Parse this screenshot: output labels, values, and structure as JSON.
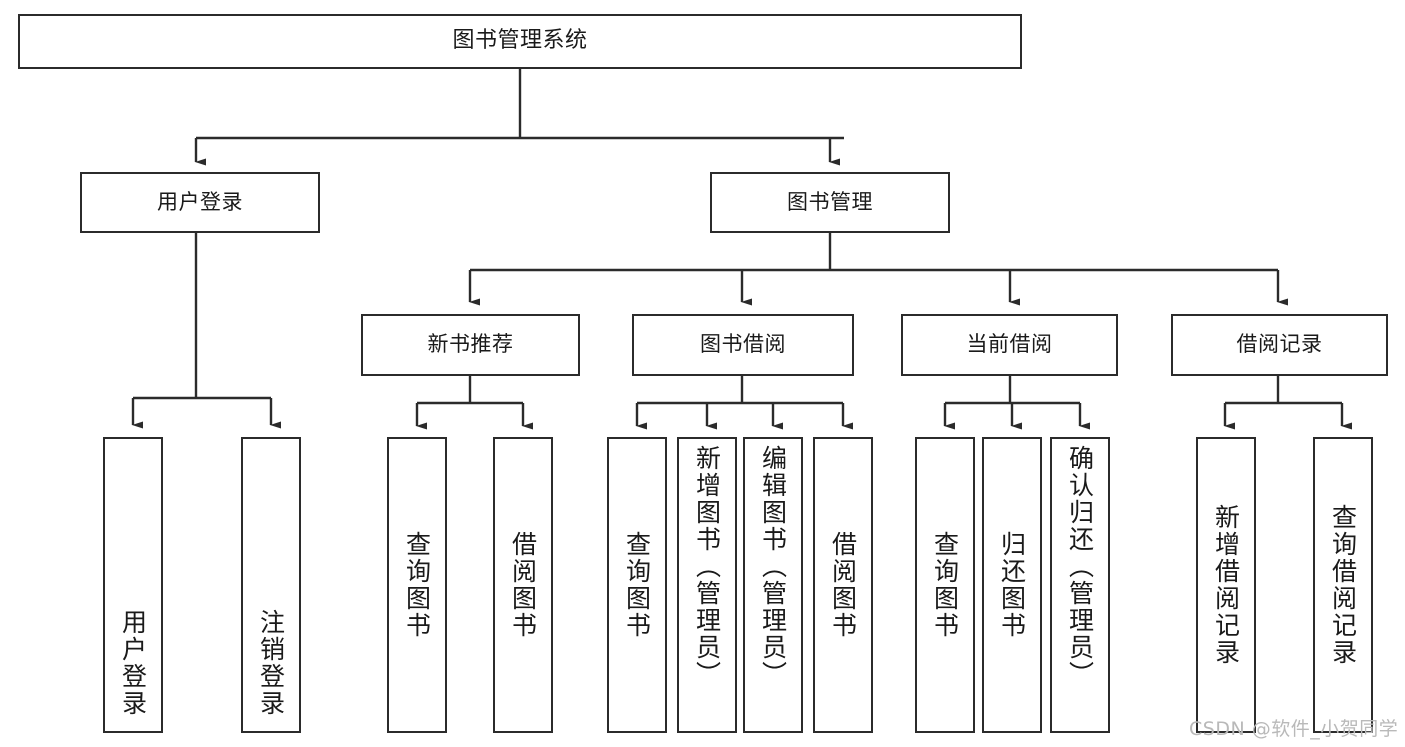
{
  "diagram": {
    "type": "tree-hierarchy",
    "title": "图书管理系统",
    "stroke_color": "#2b2b2b",
    "background_color": "#ffffff",
    "text_color": "#1a1a1a"
  },
  "nodes": {
    "root": {
      "label": "图书管理系统"
    },
    "level2": [
      {
        "id": "user-login",
        "label": "用户登录"
      },
      {
        "id": "book-manage",
        "label": "图书管理"
      }
    ],
    "level3": [
      {
        "id": "new-book-recommend",
        "label": "新书推荐"
      },
      {
        "id": "book-borrow",
        "label": "图书借阅"
      },
      {
        "id": "current-borrow",
        "label": "当前借阅"
      },
      {
        "id": "borrow-record",
        "label": "借阅记录"
      }
    ],
    "leaves": {
      "user_login": [
        {
          "id": "leaf-user-login",
          "label": "用户登录"
        },
        {
          "id": "leaf-logout-login",
          "label": "注销登录"
        }
      ],
      "new_book_recommend": [
        {
          "id": "leaf-query-book-1",
          "label": "查询图书"
        },
        {
          "id": "leaf-borrow-book-1",
          "label": "借阅图书"
        }
      ],
      "book_borrow": [
        {
          "id": "leaf-query-book-2",
          "label": "查询图书"
        },
        {
          "id": "leaf-add-book",
          "label": "新增图书（管理员）"
        },
        {
          "id": "leaf-edit-book",
          "label": "编辑图书（管理员）"
        },
        {
          "id": "leaf-borrow-book-2",
          "label": "借阅图书"
        }
      ],
      "current_borrow": [
        {
          "id": "leaf-query-book-3",
          "label": "查询图书"
        },
        {
          "id": "leaf-return-book",
          "label": "归还图书"
        },
        {
          "id": "leaf-confirm-return",
          "label": "确认归还（管理员）"
        }
      ],
      "borrow_record": [
        {
          "id": "leaf-add-record",
          "label": "新增借阅记录"
        },
        {
          "id": "leaf-query-record",
          "label": "查询借阅记录"
        }
      ]
    }
  },
  "watermark": {
    "text": "CSDN @软件_小贺同学"
  }
}
